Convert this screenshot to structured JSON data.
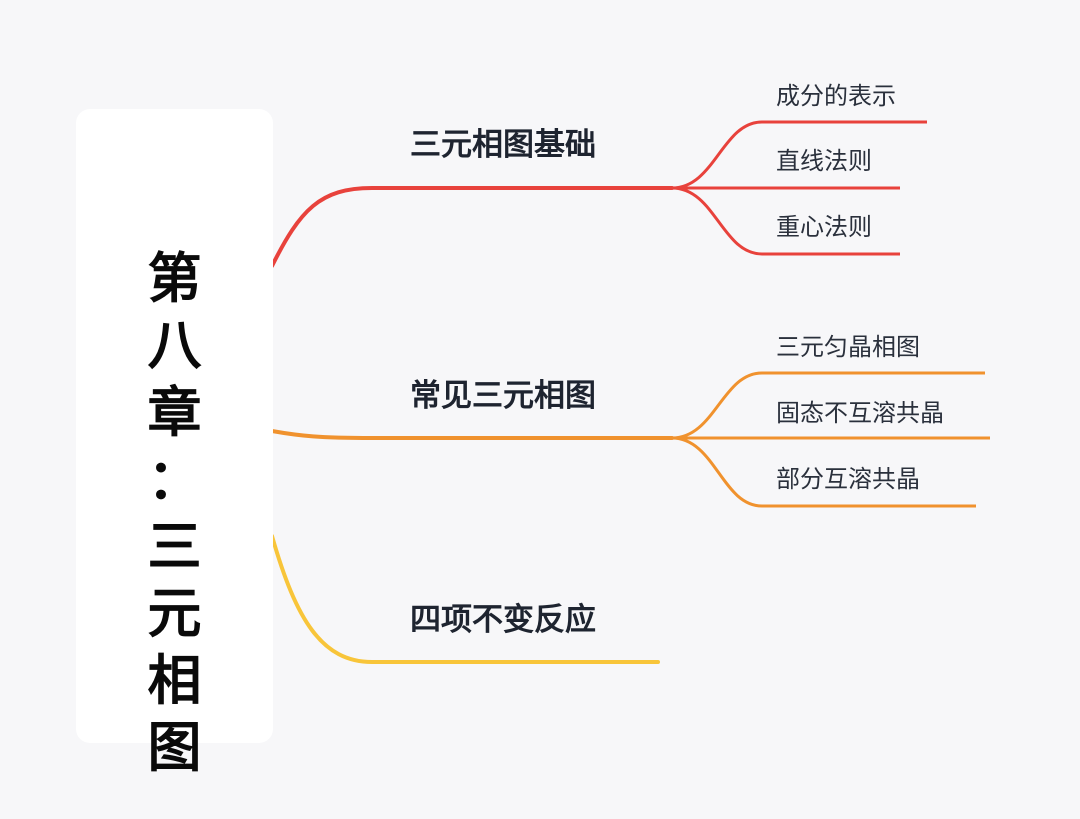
{
  "root": {
    "chars": [
      "第",
      "八",
      "章",
      "：",
      "三",
      "元",
      "相",
      "图"
    ]
  },
  "colors": {
    "background": "#f7f7f9",
    "card": "#ffffff",
    "branch_red": "#e8423c",
    "branch_orange": "#f0922e",
    "branch_yellow": "#f8c53a"
  },
  "branches": [
    {
      "label": "三元相图基础",
      "color": "#e8423c",
      "children": [
        "成分的表示",
        "直线法则",
        "重心法则"
      ]
    },
    {
      "label": "常见三元相图",
      "color": "#f0922e",
      "children": [
        "三元匀晶相图",
        "固态不互溶共晶",
        "部分互溶共晶"
      ]
    },
    {
      "label": "四项不变反应",
      "color": "#f8c53a",
      "children": []
    }
  ]
}
